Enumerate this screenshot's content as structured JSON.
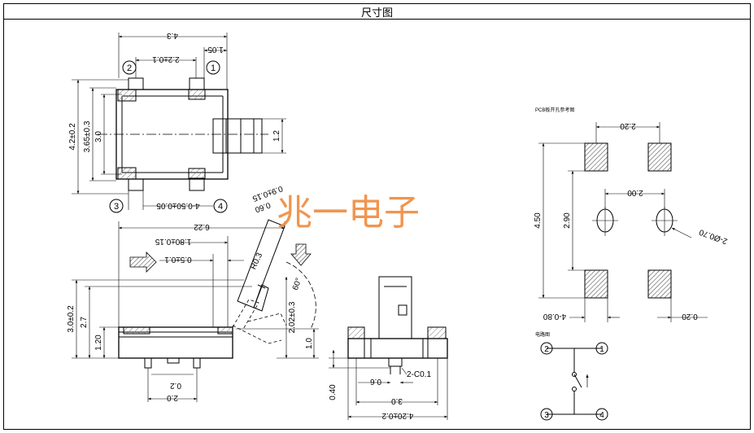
{
  "title": "尺寸图",
  "watermark": "兆一电子",
  "top_view": {
    "pin_1": "1",
    "pin_2": "2",
    "pin_3": "3",
    "pin_4": "4",
    "dim_width": "4.3",
    "dim_pitch": "2.2±0.1",
    "dim_edge": "1.05",
    "dim_height": "4.2±0.2",
    "dim_inner": "3.65±0.3",
    "dim_pin_span": "3.0",
    "dim_lever": "1.2",
    "dim_pin_width": "4-0.50±0.05"
  },
  "side_view": {
    "dim_total_length": "6.22",
    "dim_lever_offset": "1.80±0.15",
    "dim_lever_gap": "0.5±0.1",
    "dim_lever_width": "0.9±0.15",
    "dim_lever_tip": "0.60",
    "dim_radius": "R0.3",
    "dim_angle": "60°",
    "dim_height": "3.0±0.2",
    "dim_body_height": "2.7",
    "dim_base_height": "1.20",
    "dim_pivot_height": "2.02±0.3",
    "dim_right_height": "1.0",
    "dim_foot_width": "0.2",
    "dim_foot_pitch": "2.0"
  },
  "end_view": {
    "dim_standoff": "0.40",
    "dim_lever": "0.6",
    "dim_chamfer": "2-C0.1",
    "dim_body": "3.0",
    "dim_total": "4.20±0.2"
  },
  "pcb": {
    "title": "PCB板开孔参考图",
    "dim_pad_gap": "2.20",
    "dim_hole_pitch": "2.00",
    "dim_hole_dia": "2-Ø0.70",
    "dim_total_height": "4.50",
    "dim_pad_span": "2.90",
    "dim_pad_width": "4-0.80",
    "dim_pad_edge": "0.20"
  },
  "circuit": {
    "title": "电路图",
    "pin_1": "1",
    "pin_2": "2",
    "pin_3": "3",
    "pin_4": "4"
  }
}
